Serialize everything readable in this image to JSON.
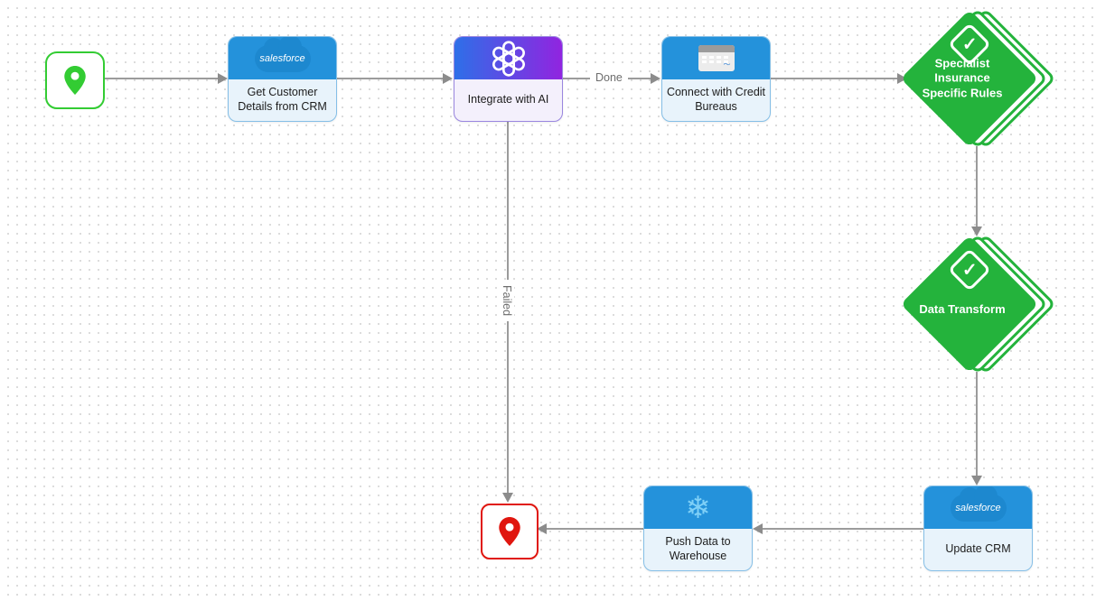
{
  "canvas": {
    "background": "#ffffff",
    "dot_color": "#dcdcdc"
  },
  "colors": {
    "node_header_blue": "#2492db",
    "node_body_blue": "#e8f3fb",
    "ai_gradient_start": "#2e6fe8",
    "ai_gradient_end": "#9124e0",
    "diamond_green": "#24b33c",
    "start_pin_green": "#33cc33",
    "end_pin_red": "#e0160f",
    "edge_gray": "#9b9b9b",
    "edge_label_gray": "#6d6d6d",
    "snowflake_blue": "#7fd0f7"
  },
  "brand": {
    "salesforce": "salesforce"
  },
  "icons": {
    "check": "✓",
    "snowflake": "❄",
    "card_signature": "⌁ᬄ"
  },
  "nodes": {
    "start": {
      "type": "start"
    },
    "get_customer": {
      "label": "Get Customer Details from CRM"
    },
    "integrate_ai": {
      "label": "Integrate with AI"
    },
    "credit_bureaus": {
      "label": "Connect with Credit Bureaus"
    },
    "specialist_rules": {
      "label": "Specialist Insurance Specific Rules"
    },
    "data_transform": {
      "label": "Data Transform"
    },
    "update_crm": {
      "label": "Update CRM"
    },
    "push_warehouse": {
      "label": "Push Data to Warehouse"
    },
    "end": {
      "type": "end"
    }
  },
  "edges": {
    "done_label": "Done",
    "failed_label": "Failed"
  }
}
